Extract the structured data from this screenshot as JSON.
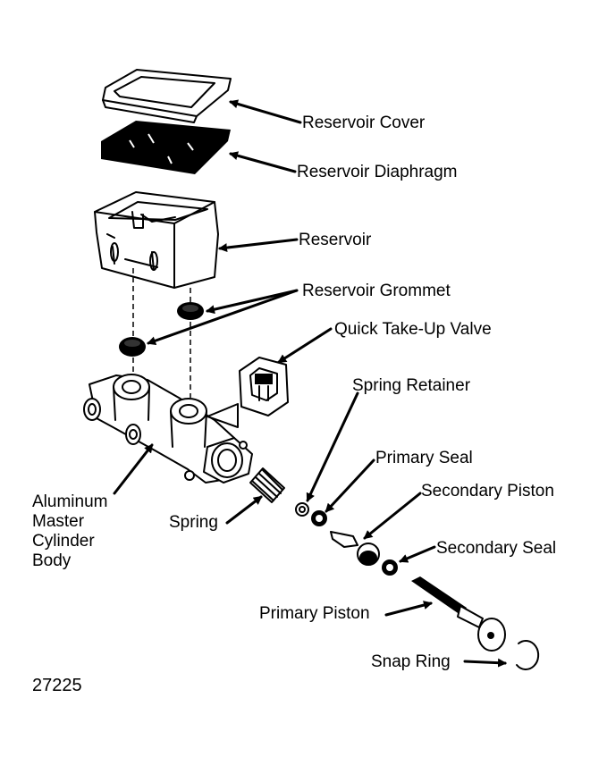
{
  "labels": {
    "reservoir_cover": "Reservoir Cover",
    "reservoir_diaphragm": "Reservoir Diaphragm",
    "reservoir": "Reservoir",
    "reservoir_grommet": "Reservoir Grommet",
    "quick_take_up_valve": "Quick Take-Up Valve",
    "spring_retainer": "Spring Retainer",
    "primary_seal": "Primary Seal",
    "secondary_piston": "Secondary Piston",
    "secondary_seal": "Secondary Seal",
    "primary_piston": "Primary Piston",
    "snap_ring": "Snap Ring",
    "spring": "Spring",
    "body_lines": [
      "Aluminum",
      "Master",
      "Cylinder",
      "Body"
    ]
  },
  "figure_number": "27225"
}
